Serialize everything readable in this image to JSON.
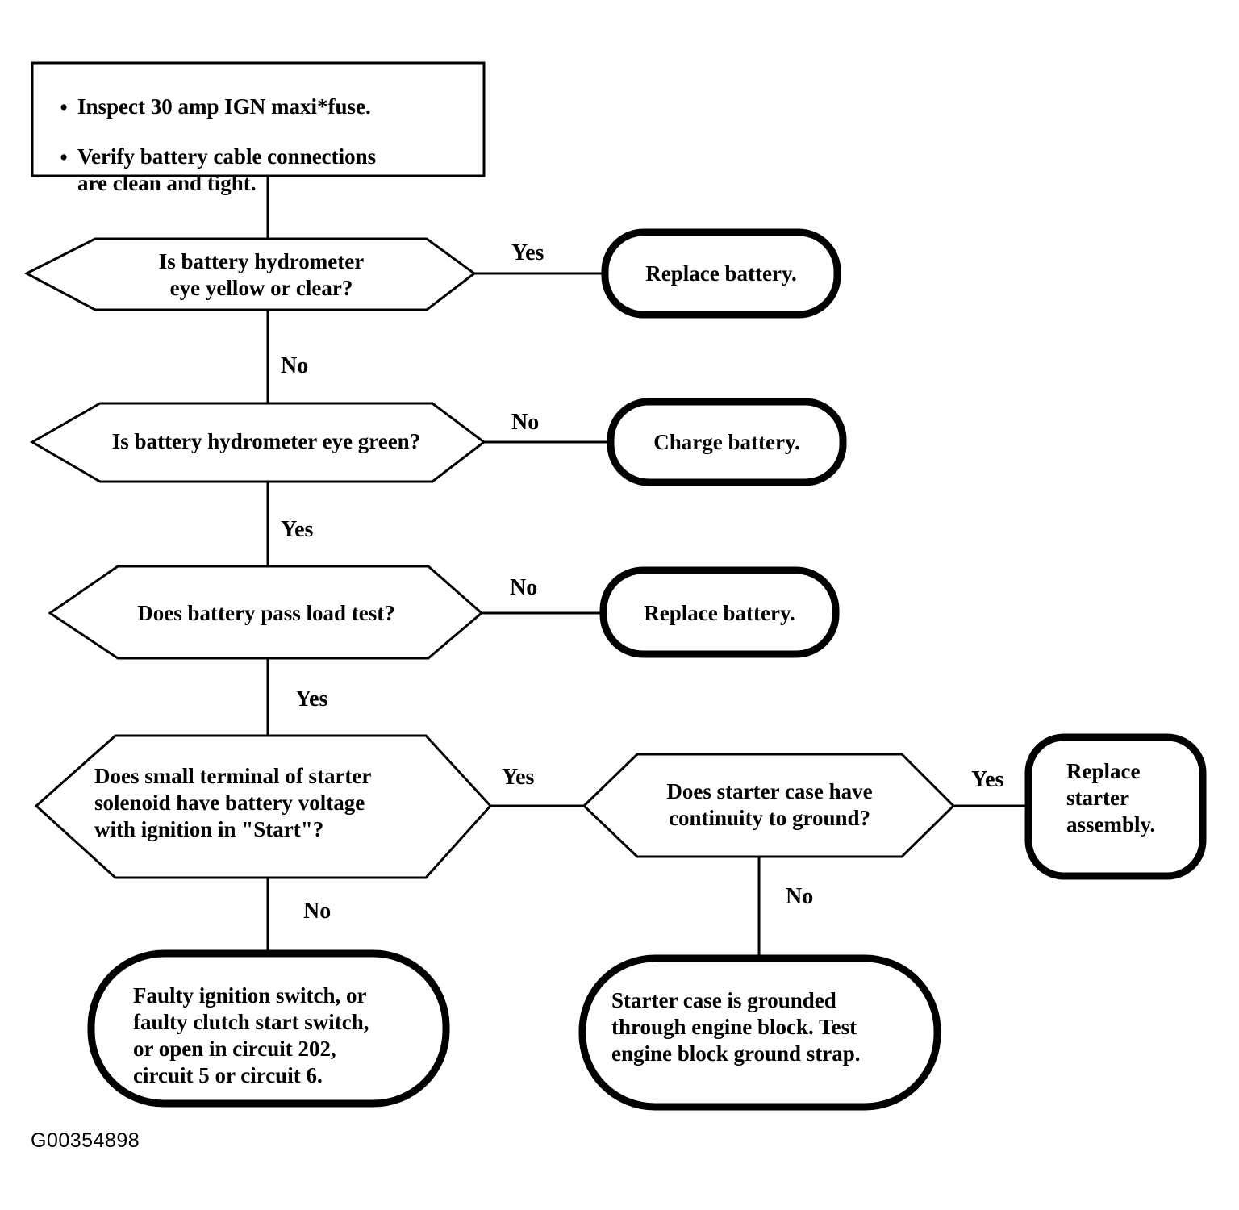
{
  "figure": {
    "id_label": "G00354898",
    "title": "Starting system diagnostic flowchart",
    "ink_color": "#000000",
    "background_color": "#ffffff"
  },
  "nodes": {
    "preliminary_checks": {
      "type": "process-box",
      "bullets": [
        "Inspect 30 amp IGN maxi*fuse.",
        "Verify battery cable connections\nare clean and tight."
      ]
    },
    "decision_hydrometer_yellow": {
      "type": "decision",
      "text": "Is battery hydrometer\neye yellow or clear?"
    },
    "terminal_replace_battery_1": {
      "type": "terminator",
      "text": "Replace battery."
    },
    "decision_hydrometer_green": {
      "type": "decision",
      "text": "Is battery hydrometer eye green?"
    },
    "terminal_charge_battery": {
      "type": "terminator",
      "text": "Charge battery."
    },
    "decision_load_test": {
      "type": "decision",
      "text": "Does battery pass load test?"
    },
    "terminal_replace_battery_2": {
      "type": "terminator",
      "text": "Replace battery."
    },
    "decision_solenoid_voltage": {
      "type": "decision",
      "text": "Does small terminal of starter\nsolenoid have battery voltage\nwith ignition in \"Start\"?"
    },
    "decision_case_continuity": {
      "type": "decision",
      "text": "Does starter case have\ncontinuity to ground?"
    },
    "terminal_replace_starter": {
      "type": "terminator",
      "text": "Replace\nstarter\nassembly."
    },
    "terminal_faulty_switch": {
      "type": "terminator",
      "text": "Faulty ignition switch, or\nfaulty clutch start switch,\nor open in circuit 202,\ncircuit 5 or circuit 6."
    },
    "terminal_case_grounded": {
      "type": "terminator",
      "text": "Starter case is grounded\nthrough engine block. Test\nengine block ground strap."
    }
  },
  "edges": {
    "hydrometer_yellow_yes": "Yes",
    "hydrometer_yellow_no": "No",
    "hydrometer_green_no": "No",
    "hydrometer_green_yes": "Yes",
    "load_test_no": "No",
    "load_test_yes": "Yes",
    "solenoid_yes": "Yes",
    "solenoid_no": "No",
    "continuity_yes": "Yes",
    "continuity_no": "No"
  }
}
